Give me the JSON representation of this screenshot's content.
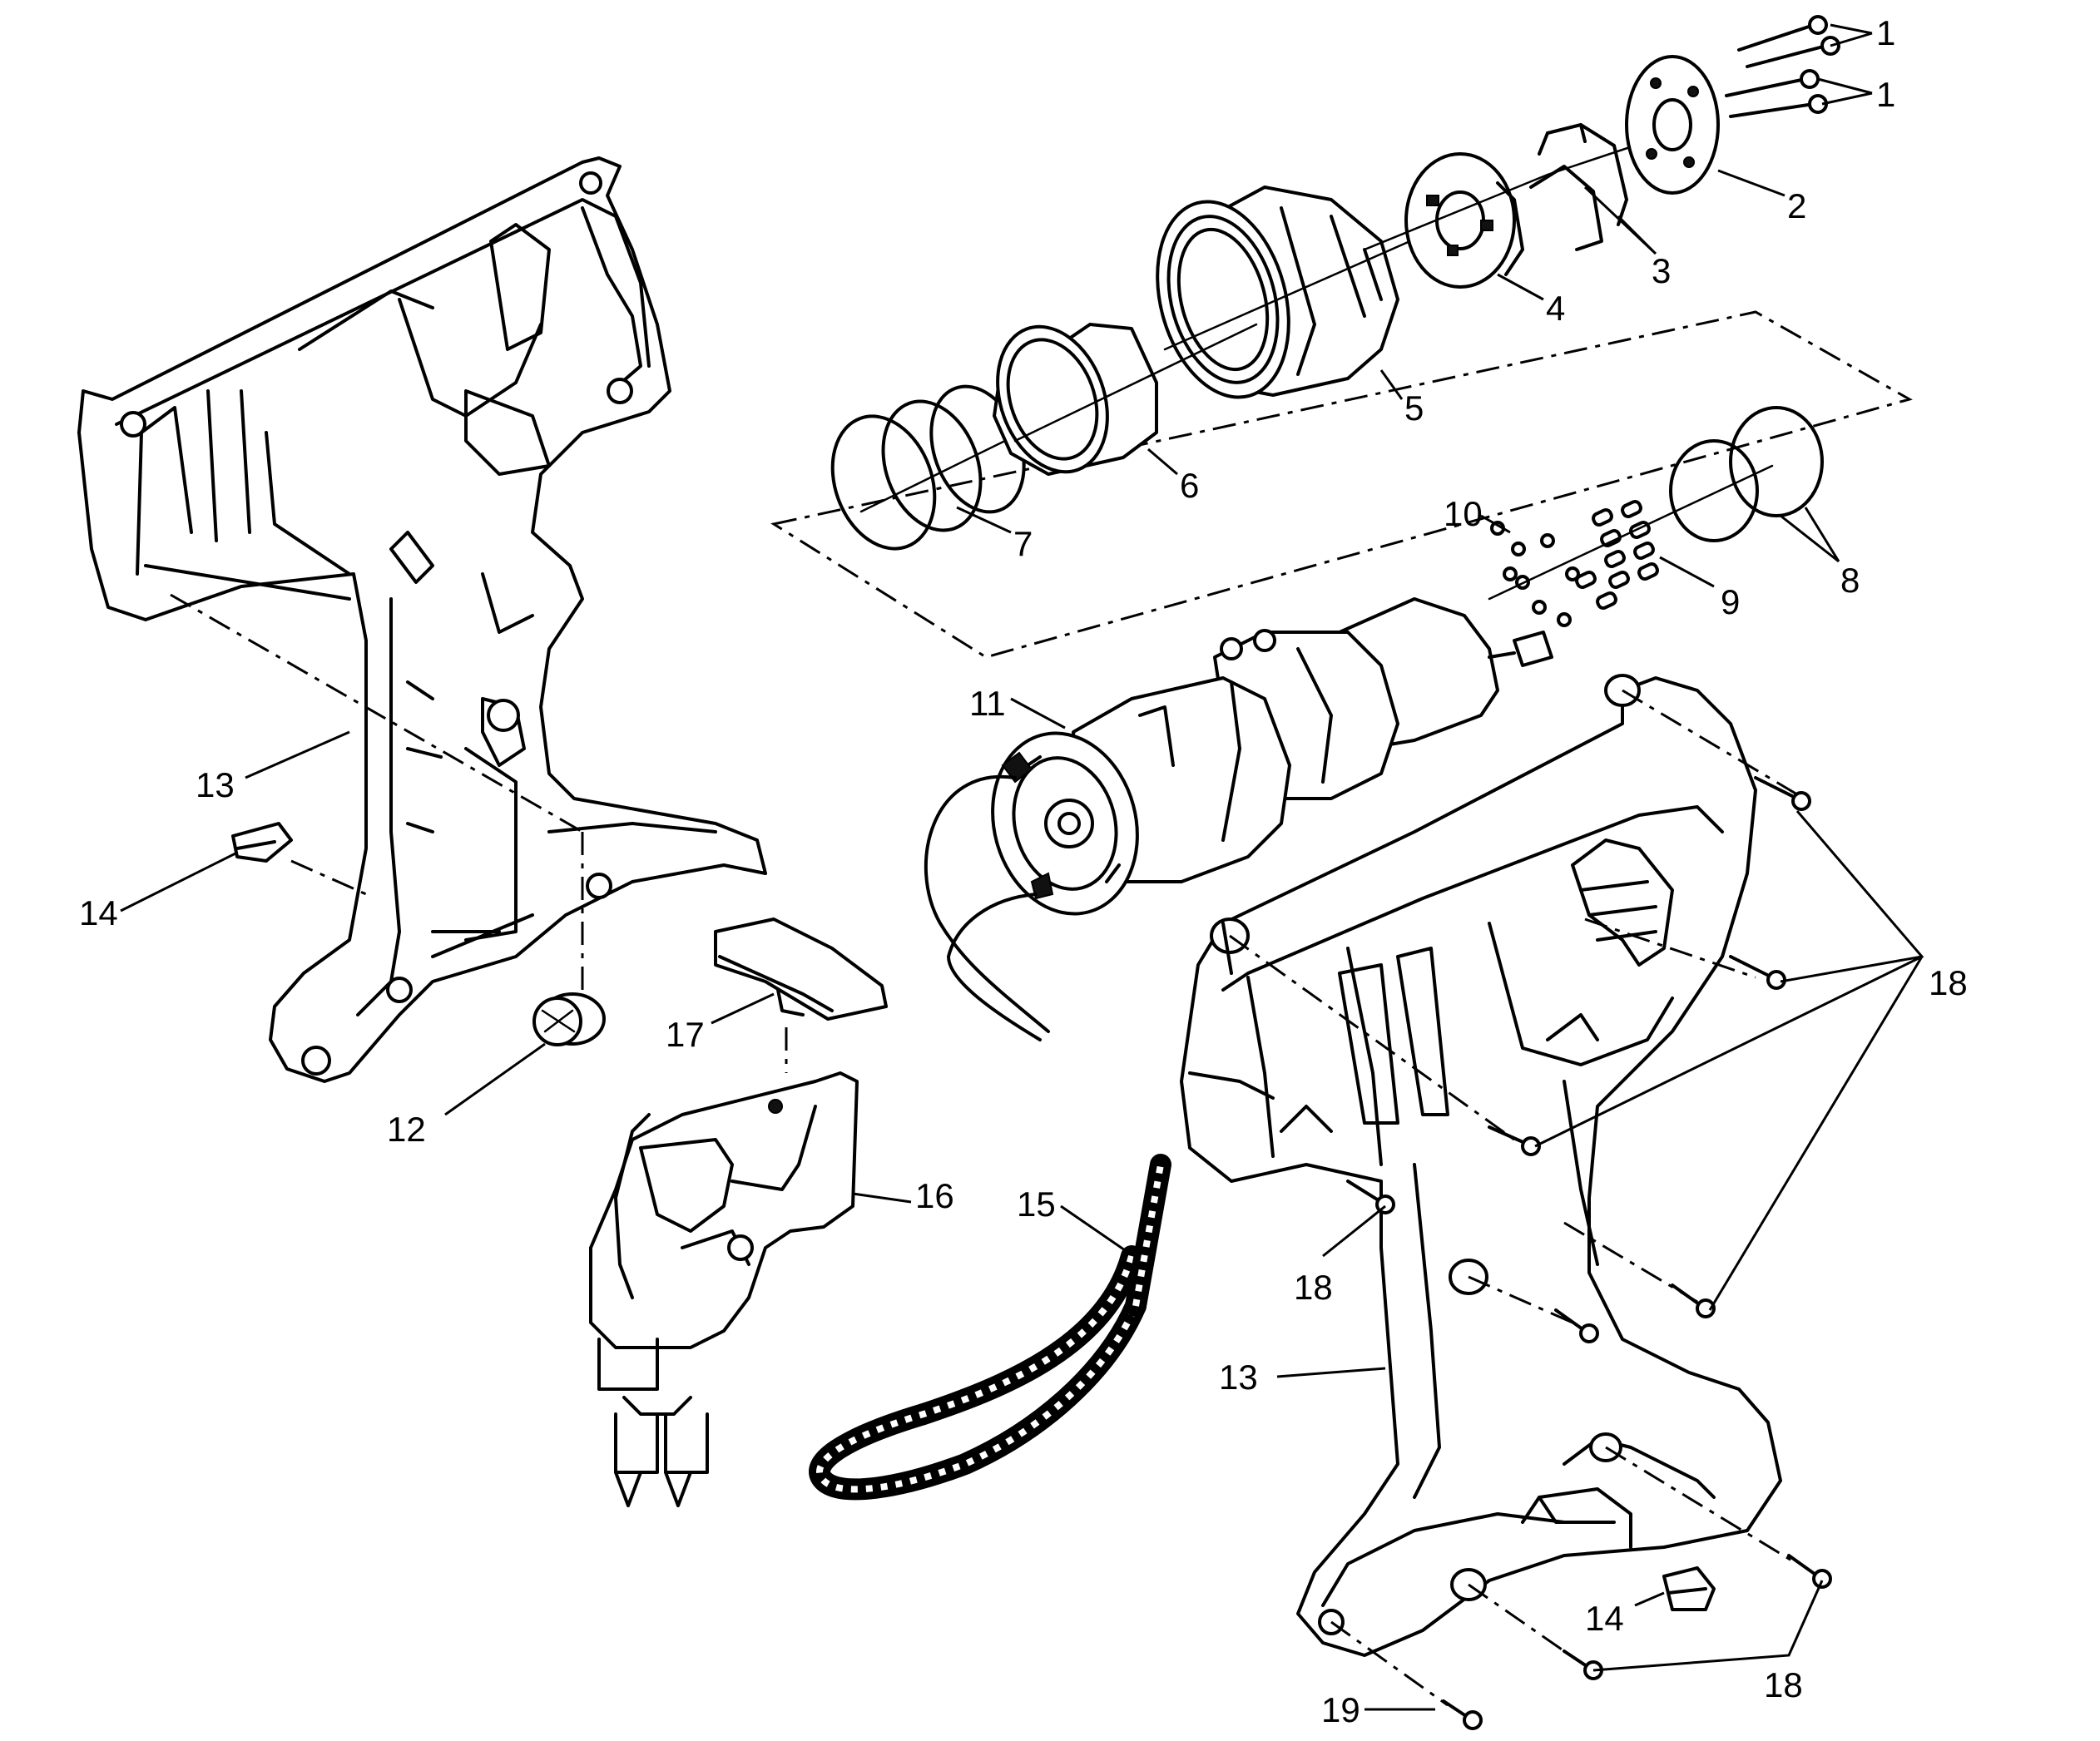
{
  "diagram": {
    "type": "exploded-parts-view",
    "line_color": "#000000",
    "background": "#ffffff",
    "callouts": {
      "c1a": "1",
      "c1b": "1",
      "c2": "2",
      "c3": "3",
      "c4": "4",
      "c5": "5",
      "c6": "6",
      "c7": "7",
      "c8": "8",
      "c9": "9",
      "c10": "10",
      "c11": "11",
      "c12": "12",
      "c13a": "13",
      "c13b": "13",
      "c14a": "14",
      "c14b": "14",
      "c15": "15",
      "c16": "16",
      "c17": "17",
      "c18a": "18",
      "c18b": "18",
      "c18c": "18",
      "c19": "19"
    }
  }
}
